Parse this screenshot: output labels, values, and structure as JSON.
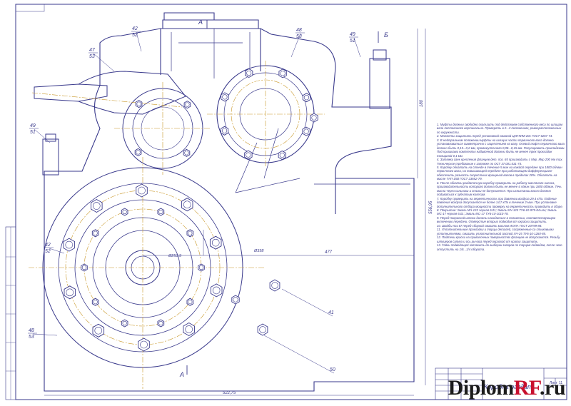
{
  "drawing": {
    "title": "Коробка раздат.",
    "section_marks": [
      "А",
      "А",
      "Б"
    ],
    "sheet_label": "Лист",
    "sheet_number": "11"
  },
  "callouts": [
    {
      "num": "42",
      "sub": "52"
    },
    {
      "num": "47",
      "sub": "53"
    },
    {
      "num": "48",
      "sub": "53"
    },
    {
      "num": "49",
      "sub": "51"
    },
    {
      "num": "49",
      "sub": "51"
    },
    {
      "num": "42",
      "sub": "52"
    },
    {
      "num": "48",
      "sub": "53"
    },
    {
      "num": "41",
      "sub": ""
    },
    {
      "num": "50",
      "sub": ""
    }
  ],
  "dimensions": {
    "overall_width": "522,75",
    "overall_height": "556,95",
    "upper_height": "180",
    "offset": "477",
    "dia_bolt_circle": "Ø253,9",
    "dia_housing": "Ø358"
  },
  "notes": [
    "1. Муфты должны свободно скользить под действием собственного веса по шлицам вала постоянного вертикально. Проверять в 2...3 положениях, равнорасположенных по окружности.",
    "2. Манжеты защитить перед установкой смазкой ЦИАТИМ-201 ГОСТ 6267-74.",
    "3. В нейтральном положении муфты на шлицах части первичного вала должна устанавливаться симметрично с зацеплением на валу. Осевой люфт первичного вала должен быть 0,15...0,2 мм, промежуточного 0,08...0,15 мм. Регулировать прокладками. Под крышками комплекты набивочной должны быть не менее трех прокладок толщиной 0,1 мм.",
    "4. Затяжку гаек крепления фланцев дет. поз. 65 производить с Мкр. Мкр 200 Нм max.",
    "Техническое требование к затяжке по ОСТ 37.001.031-74.",
    "5. Коробку обкатать на стенде в течение 5 мин на каждой передаче при 1800 об/мин первичного вала, на повышающей передаче при работающем дифференциале обеспечить разность скоростных вращений валов в пределах 20%. Обкатать на масле ТАП-15В ГОСТ 23652-79.",
    "6. После обкатки раздаточную коробку проверить на работу масляного насоса, производительность которого должна быть не менее 4 л/мин при 1800 об/мин. Течь масла через сальники и стыки не допускается. При испытании масло должно подаваться к зубчатым колесам.",
    "7. Коробку проверить на герметичность при давлении воздуха 29,4 кПа. Падение давления воздуха допускается не более 14,7 кПа в течение 2 мин. При установке дополнительного отбора мощности проверку на герметичность проводить в сборе.",
    "8. Покрытие: Эмаль МЧ-123 черная 6.01; Эмаль МЧ-123 ТУ6-10-979-84 или; Эмаль МС-17 черная 6.01; Эмаль МС-17 ТУ6-10-1010-78.",
    "9. Перед покраской штока должны находиться в положении, соответствующем включению передачи. Отверстие вторых подводов от окраски защитить.",
    "10. Шайбы поз.67 перед сборкой смазать маслом ИОПА ГОСТ 20799-88.",
    "11. Уплотнительные прокладки и торцы деталей, сопряженные со стыковыми уплотнителями, смазать уплотнительной пастой УН-25 ТУ6-10-1284-85.",
    "12. Подтеки краски на привалочных поверхностях фланцев не допускаются. Резьбу штуцеров сапуна и ось рычага перед окраской от краски защитить.",
    "13. Гайки подводящей затяжить до выборки зазоров по торцам подводов, после чего отпустить на 1/6...1/4 оборота."
  ],
  "watermark": {
    "part1": "Diplom",
    "part2": "RF",
    "part3": ".ru"
  },
  "colors": {
    "line": "#3a3a8c",
    "center": "#c9982a",
    "accent": "#c8102e",
    "paper": "#ffffff"
  }
}
